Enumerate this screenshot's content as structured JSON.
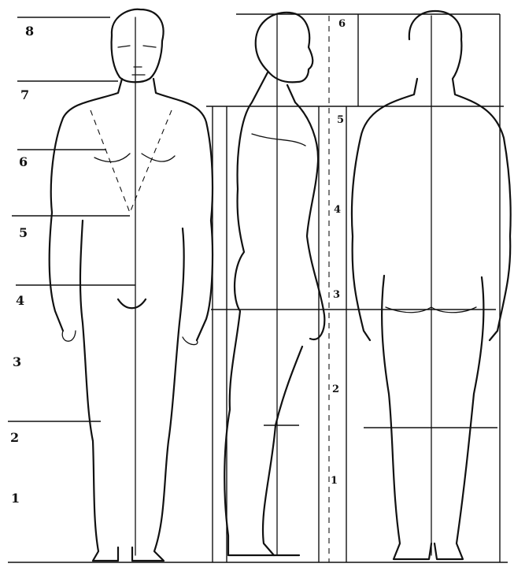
{
  "left_scale": [
    "8",
    "7",
    "6",
    "5",
    "4",
    "3",
    "2",
    "1"
  ],
  "side_scale": [
    "6",
    "5",
    "4",
    "3",
    "2",
    "1"
  ]
}
